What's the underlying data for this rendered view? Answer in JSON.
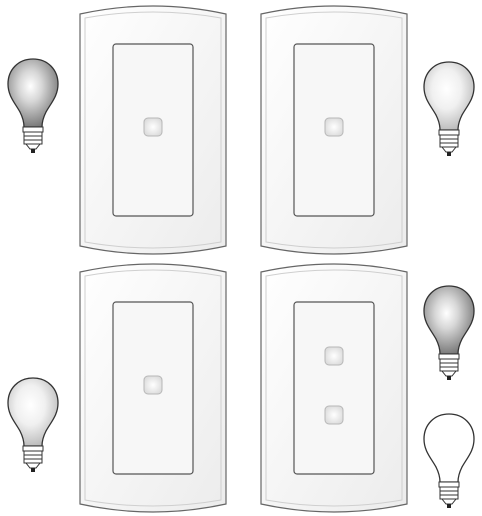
{
  "plates": [
    {
      "id": "top-left",
      "buttons": 1
    },
    {
      "id": "top-right",
      "buttons": 1
    },
    {
      "id": "bottom-left",
      "buttons": 1
    },
    {
      "id": "bottom-right",
      "buttons": 2
    }
  ],
  "bulbs": [
    {
      "id": "top-left",
      "state": "lit",
      "tone": "dark"
    },
    {
      "id": "top-right",
      "state": "lit",
      "tone": "light"
    },
    {
      "id": "bottom-left",
      "state": "lit",
      "tone": "light"
    },
    {
      "id": "bottom-right-upper",
      "state": "lit",
      "tone": "dark"
    },
    {
      "id": "bottom-right-lower",
      "state": "off",
      "tone": "white"
    }
  ],
  "colors": {
    "plate_stroke": "#555555",
    "plate_fill": "#f3f3f3",
    "button_fill": "#e8e8e8",
    "bulb_dark_edge": "#7a7a7a",
    "bulb_light_edge": "#b9b9b9",
    "bulb_off": "#ffffff"
  }
}
